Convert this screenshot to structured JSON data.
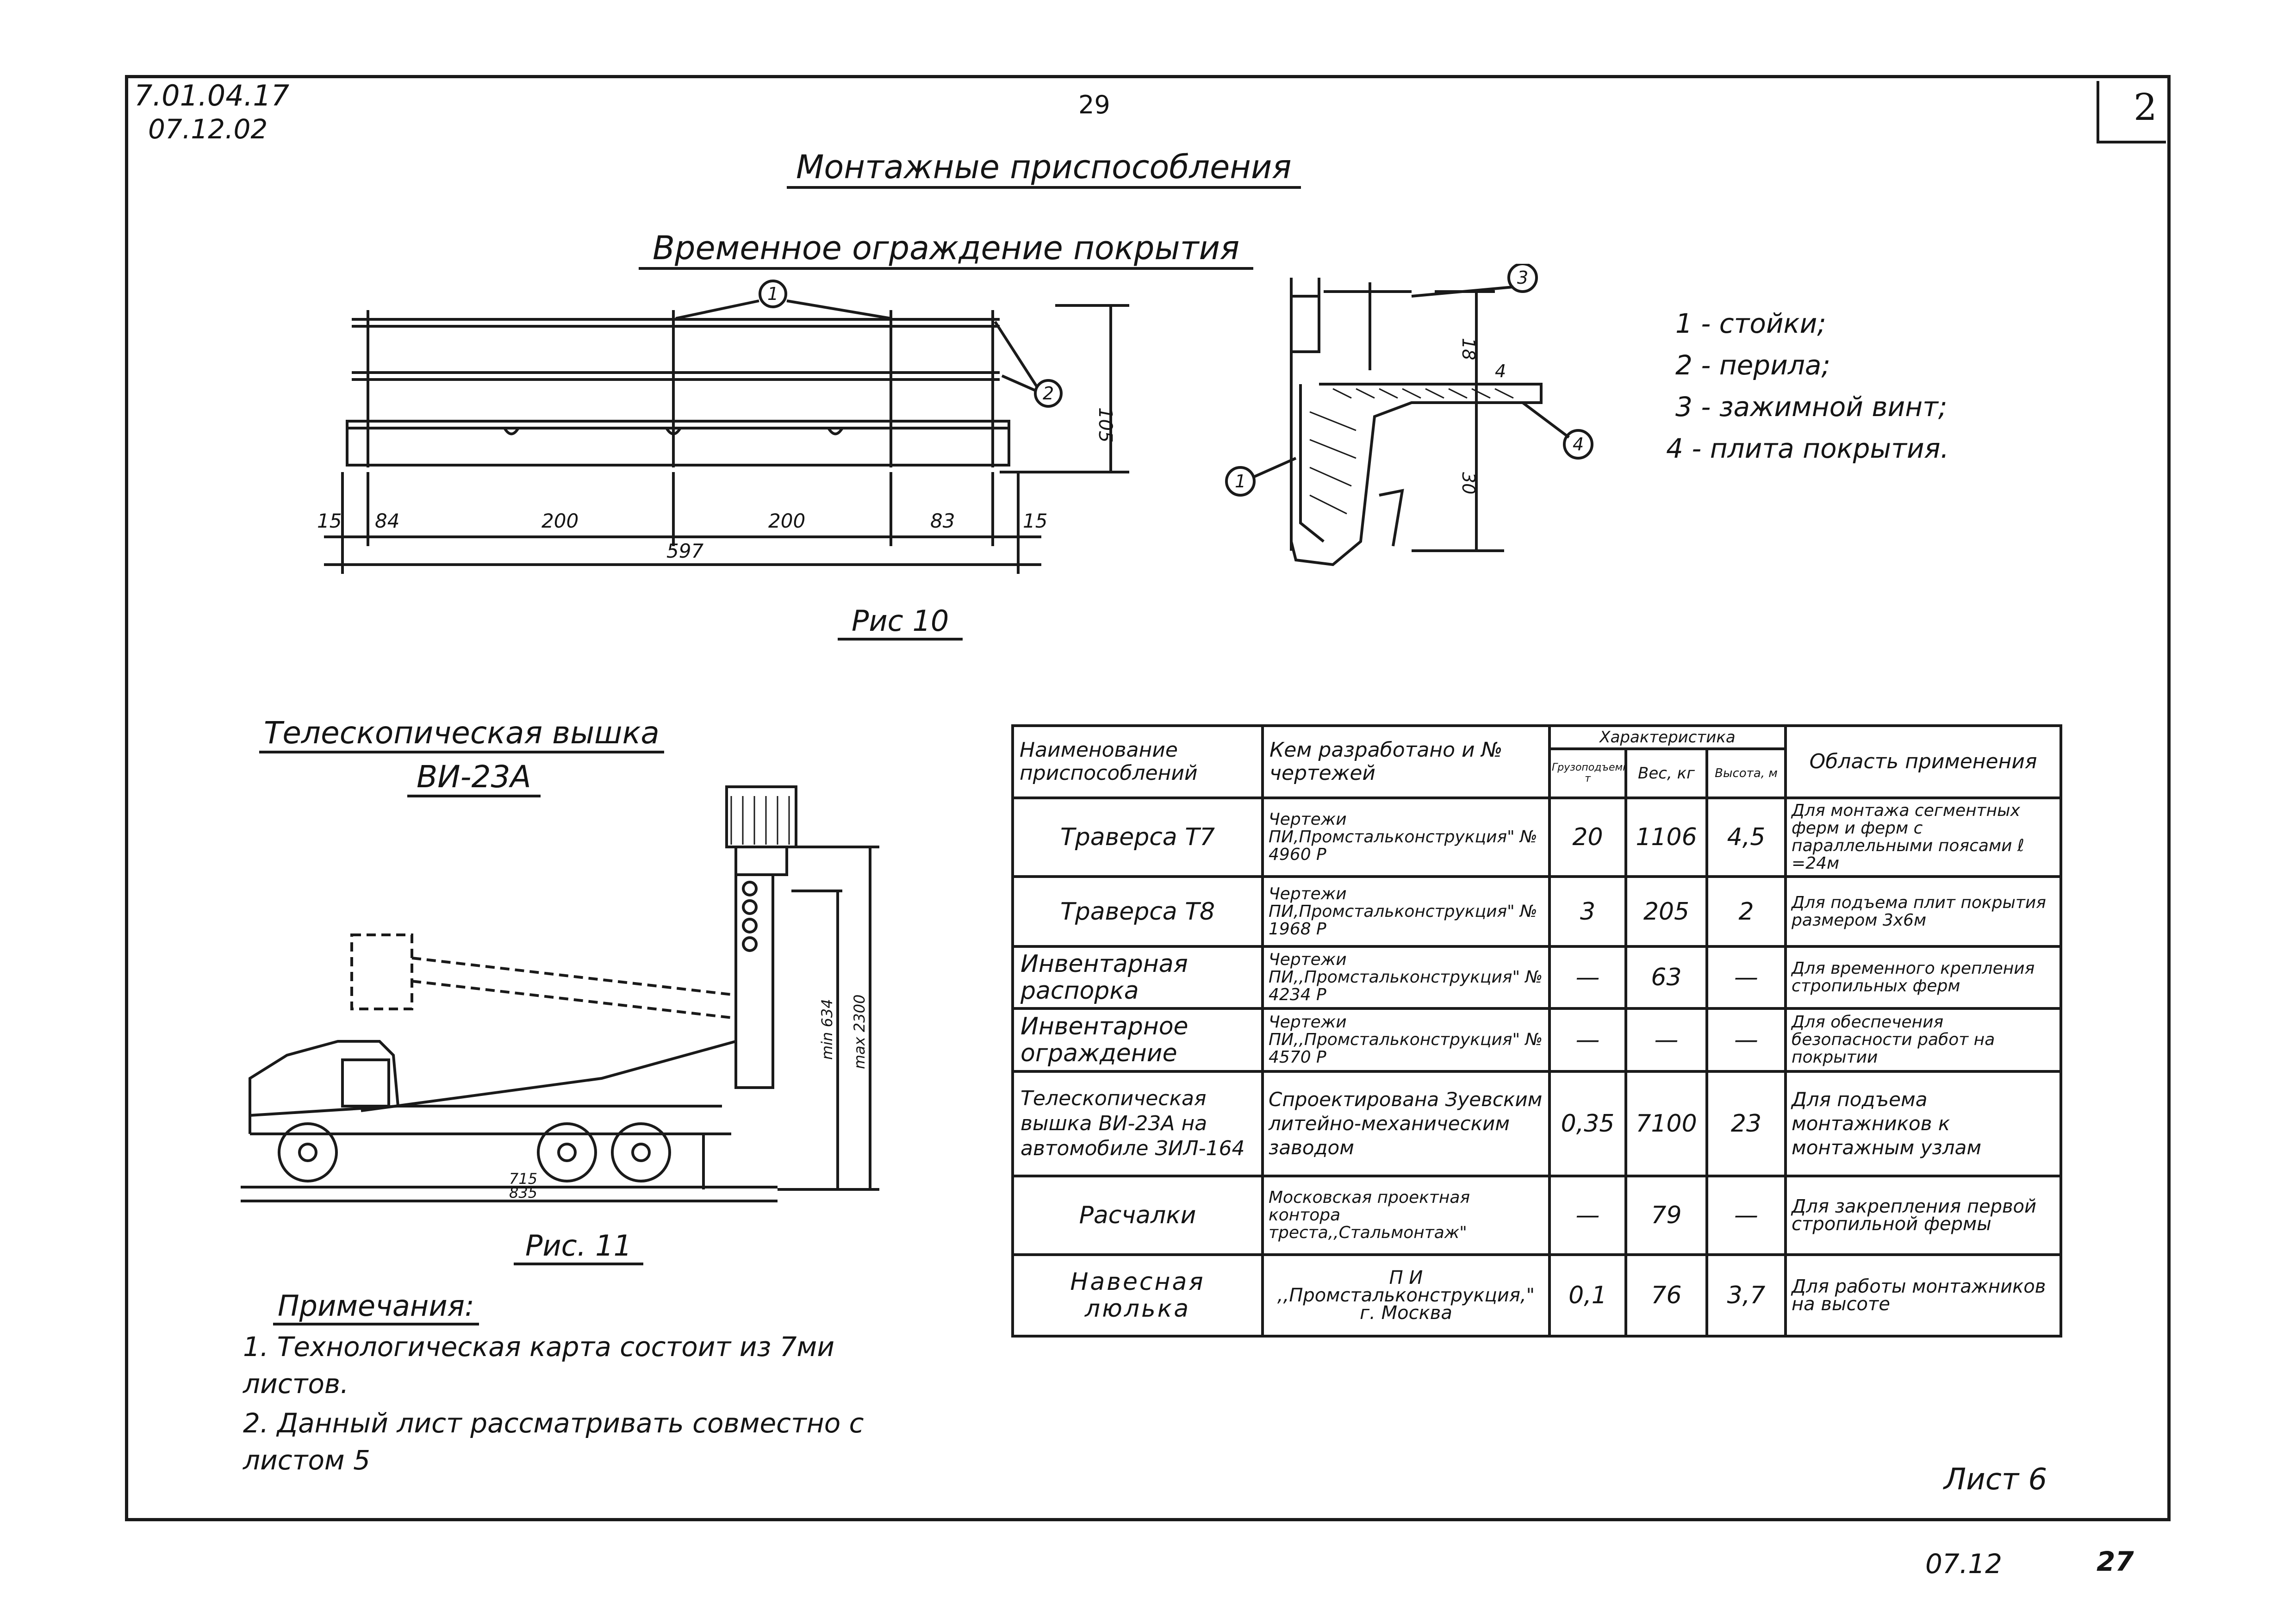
{
  "header": {
    "doc_code": "7.01.04.17",
    "doc_date": "07.12.02",
    "page_number": "29",
    "corner_number": "2"
  },
  "title": "Монтажные приспособления",
  "fig10": {
    "subtitle": "Временное ограждение покрытия",
    "caption": "Рис 10",
    "dims": [
      "15",
      "84",
      "200",
      "200",
      "83",
      "15"
    ],
    "total": "597",
    "height_dim": "105",
    "callouts": [
      "1",
      "2",
      "3",
      "4"
    ],
    "detail_dims": [
      "18",
      "4",
      "30"
    ]
  },
  "legend": [
    "1 - стойки;",
    "2 - перила;",
    "3 - зажимной винт;",
    "4 - плита покрытия."
  ],
  "fig11": {
    "subtitle_line1": "Телескопическая вышка",
    "subtitle_line2": "ВИ-23А",
    "caption": "Рис. 11",
    "dims": {
      "min": "min 634",
      "max": "max 2300",
      "w1": "715",
      "w2": "835"
    }
  },
  "notes": {
    "heading": "Примечания:",
    "items": [
      "1. Технологическая карта состоит из 7ми листов.",
      "2. Данный лист рассматривать совместно с листом 5"
    ]
  },
  "table": {
    "headers": {
      "name": "Наименование приспособлений",
      "developer": "Кем разработано и № чертежей",
      "characteristics": "Характеристика",
      "capacity": "Грузоподъемность т",
      "weight": "Вес, кг",
      "height": "Высота, м",
      "application": "Область применения"
    },
    "rows": [
      {
        "name": "Траверса Т7",
        "developer": "Чертежи ПИ,Промстальконструкция\" № 4960 Р",
        "capacity": "20",
        "weight": "1106",
        "height": "4,5",
        "application": "Для монтажа сегментных ферм и ферм с параллельными поясами ℓ =24м"
      },
      {
        "name": "Траверса Т8",
        "developer": "Чертежи ПИ,Промстальконструкция\" № 1968 Р",
        "capacity": "3",
        "weight": "205",
        "height": "2",
        "application": "Для подъема плит покрытия размером 3х6м"
      },
      {
        "name": "Инвентарная распорка",
        "developer": "Чертежи ПИ,,Промстальконструкция\" № 4234 Р",
        "capacity": "—",
        "weight": "63",
        "height": "—",
        "application": "Для временного крепления стропильных ферм"
      },
      {
        "name": "Инвентарное ограждение",
        "developer": "Чертежи ПИ,,Промстальконструкция\" № 4570 Р",
        "capacity": "—",
        "weight": "—",
        "height": "—",
        "application": "Для обеспечения безопасности работ на покрытии"
      },
      {
        "name": "Телескопическая вышка ВИ-23А на автомобиле ЗИЛ-164",
        "developer": "Спроектирована Зуевским литейно-механическим заводом",
        "capacity": "0,35",
        "weight": "7100",
        "height": "23",
        "application": "Для подъема монтажников к монтажным узлам"
      },
      {
        "name": "Расчалки",
        "developer": "Московская проектная контора треста,,Стальмонтаж\"",
        "capacity": "—",
        "weight": "79",
        "height": "—",
        "application": "Для закрепления первой стропильной фермы"
      },
      {
        "name": "Навесная люлька",
        "developer": "П И ,,Промстальконструкция,\" г. Москва",
        "capacity": "0,1",
        "weight": "76",
        "height": "3,7",
        "application": "Для работы монтажников на высоте"
      }
    ]
  },
  "sheet_label": "Лист 6",
  "footer": {
    "code": "07.12",
    "page": "27"
  }
}
